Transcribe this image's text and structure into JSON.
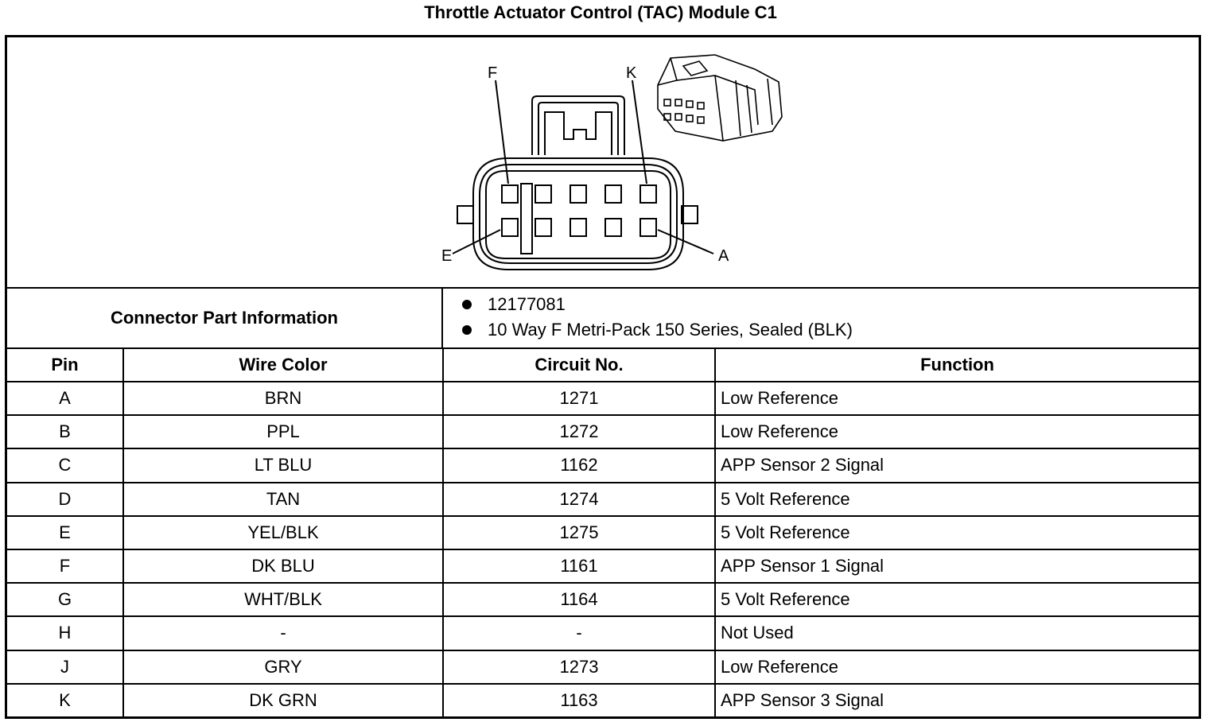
{
  "title": "Throttle Actuator Control (TAC) Module C1",
  "diagram": {
    "pin_labels": {
      "top_left": "F",
      "top_right": "K",
      "bottom_left": "E",
      "bottom_right": "A"
    }
  },
  "connector_info": {
    "label": "Connector Part Information",
    "items": [
      "12177081",
      "10 Way F Metri-Pack 150 Series, Sealed (BLK)"
    ]
  },
  "table": {
    "headers": [
      "Pin",
      "Wire Color",
      "Circuit No.",
      "Function"
    ],
    "rows": [
      [
        "A",
        "BRN",
        "1271",
        "Low Reference"
      ],
      [
        "B",
        "PPL",
        "1272",
        "Low Reference"
      ],
      [
        "C",
        "LT BLU",
        "1162",
        "APP Sensor 2 Signal"
      ],
      [
        "D",
        "TAN",
        "1274",
        "5 Volt Reference"
      ],
      [
        "E",
        "YEL/BLK",
        "1275",
        "5 Volt Reference"
      ],
      [
        "F",
        "DK BLU",
        "1161",
        "APP Sensor 1 Signal"
      ],
      [
        "G",
        "WHT/BLK",
        "1164",
        "5 Volt Reference"
      ],
      [
        "H",
        "-",
        "-",
        "Not Used"
      ],
      [
        "J",
        "GRY",
        "1273",
        "Low Reference"
      ],
      [
        "K",
        "DK GRN",
        "1163",
        "APP Sensor 3 Signal"
      ]
    ]
  }
}
